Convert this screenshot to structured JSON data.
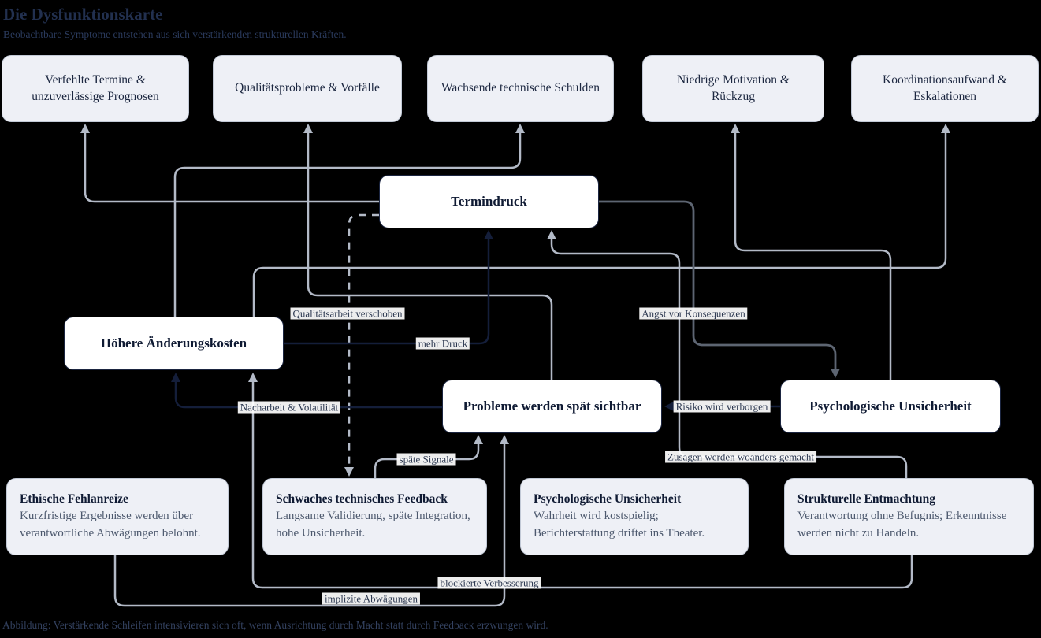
{
  "header": {
    "title": "Die Dysfunktionskarte",
    "subtitle": "Beobachtbare Symptome entstehen aus sich verstärkenden strukturellen Kräften."
  },
  "symptoms": [
    "Verfehlte Termine & unzuverlässige Prognosen",
    "Qualitätsprobleme & Vorfälle",
    "Wachsende technische Schulden",
    "Niedrige Motivation & Rückzug",
    "Koordinationsaufwand & Eskalationen"
  ],
  "nodes": {
    "termindruck": "Termindruck",
    "hoehere_aenderungskosten": "Höhere Änderungskosten",
    "probleme_spaet_sichtbar": "Probleme werden spät sichtbar",
    "psychologische_unsicherheit": "Psychologische Unsicherheit"
  },
  "forces": [
    {
      "title": "Ethische Fehlanreize",
      "description": "Kurzfristige Ergebnisse werden über verantwortliche Abwägungen belohnt."
    },
    {
      "title": "Schwaches technisches Feedback",
      "description": "Langsame Validierung, späte Integration, hohe Unsicherheit."
    },
    {
      "title": "Psychologische Unsicherheit",
      "description": "Wahrheit wird kostspielig; Berichterstattung driftet ins Theater."
    },
    {
      "title": "Strukturelle Entmachtung",
      "description": "Verantwortung ohne Befugnis; Erkenntnisse werden nicht zu Handeln."
    }
  ],
  "edges": [
    {
      "label": "Qualitätsarbeit verschoben",
      "from": "Termindruck",
      "to": "Schwaches technisches Feedback",
      "style": "dashed-light"
    },
    {
      "label": "mehr Druck",
      "from": "Höhere Änderungskosten",
      "to": "Termindruck",
      "style": "dark-navy"
    },
    {
      "label": "Nacharbeit & Volatilität",
      "from": "Probleme werden spät sichtbar",
      "to": "Höhere Änderungskosten",
      "style": "dark-navy"
    },
    {
      "label": "Risiko wird verborgen",
      "from": "Psychologische Unsicherheit",
      "to": "Probleme werden spät sichtbar",
      "style": "dark-navy"
    },
    {
      "label": "Angst vor Konsequenzen",
      "from": "Termindruck",
      "to": "Psychologische Unsicherheit",
      "style": "dark-gray"
    },
    {
      "label": "späte Signale",
      "from": "Schwaches technisches Feedback",
      "to": "Probleme werden spät sichtbar",
      "style": "light-gray"
    },
    {
      "label": "Zusagen werden woanders gemacht",
      "from": "Strukturelle Entmachtung",
      "to": "Termindruck",
      "style": "light-gray"
    },
    {
      "label": "blockierte Verbesserung",
      "from": "Strukturelle Entmachtung",
      "to": "Höhere Änderungskosten",
      "style": "light-gray"
    },
    {
      "label": "implizite Abwägungen",
      "from": "Ethische Fehlanreize",
      "to": "Probleme werden spät sichtbar",
      "style": "light-gray"
    },
    {
      "label": "",
      "from": "Termindruck",
      "to": "Verfehlte Termine & unzuverlässige Prognosen",
      "style": "light-gray"
    },
    {
      "label": "",
      "from": "Probleme werden spät sichtbar",
      "to": "Qualitätsprobleme & Vorfälle",
      "style": "light-gray"
    },
    {
      "label": "",
      "from": "Höhere Änderungskosten",
      "to": "Wachsende technische Schulden",
      "style": "light-gray"
    },
    {
      "label": "",
      "from": "Psychologische Unsicherheit",
      "to": "Niedrige Motivation & Rückzug",
      "style": "light-gray"
    },
    {
      "label": "",
      "from": "Höhere Änderungskosten",
      "to": "Koordinationsaufwand & Eskalationen",
      "style": "light-gray"
    }
  ],
  "caption": "Abbildung: Verstärkende Schleifen intensivieren sich oft, wenn Ausrichtung durch Macht statt durch Feedback erzwungen wird.",
  "colors": {
    "background": "#000000",
    "card_fill": "#eef0f6",
    "card_border": "#c2c9d6",
    "node_fill": "#ffffff",
    "node_border": "#1b2540",
    "edge_light": "#b3bac7",
    "edge_dark_navy": "#141e3a",
    "edge_dark_gray": "#5d6572",
    "edge_label_bg": "#ffffff",
    "text_dark": "#0f1a33",
    "text_muted": "#4d596e",
    "title_text": "#22304f"
  }
}
